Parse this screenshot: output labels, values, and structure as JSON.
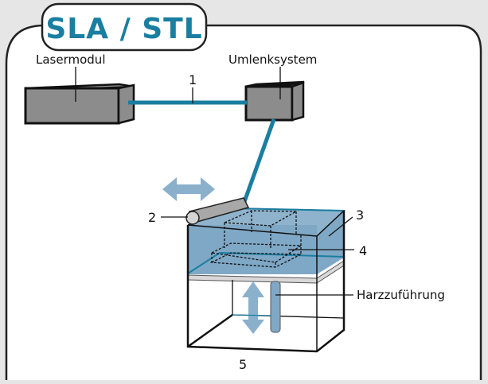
{
  "title": "SLA / STL",
  "labels": {
    "laser_module": "Lasermodul",
    "deflection_system": "Umlenksystem",
    "resin_feed": "Harzzuführung"
  },
  "callouts": {
    "n1": "1",
    "n2": "2",
    "n3": "3",
    "n4": "4",
    "n5": "5"
  },
  "colors": {
    "accent": "#1a7ea1",
    "resin": "#7fa8c6",
    "arrow": "#8ab0cc",
    "device_gray": "#8c8c8c",
    "background": "#e6e6e6",
    "panel": "#ffffff"
  }
}
